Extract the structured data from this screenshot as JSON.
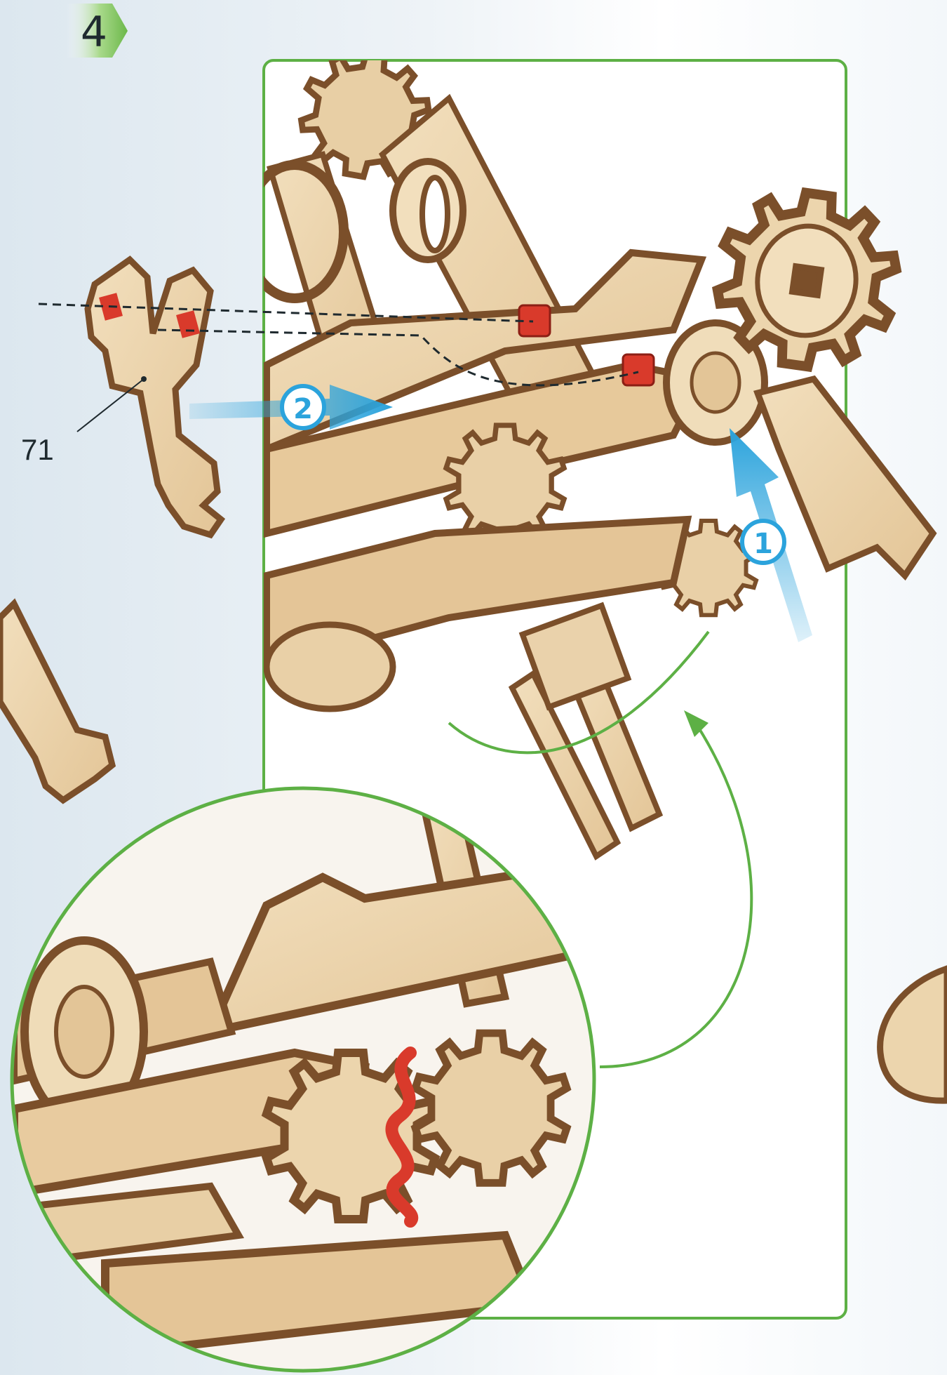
{
  "step": {
    "number": "4"
  },
  "part_label": "71",
  "arrows": [
    {
      "number": "1"
    },
    {
      "number": "2"
    }
  ],
  "colors": {
    "frame_green": "#5db045",
    "badge_green": "#7cc05a",
    "arrow_blue": "#2ba3dc",
    "wood_light": "#ead2ab",
    "wood_dark": "#7b4f2a",
    "peg_red": "#d93a2b"
  },
  "icons": [
    "step-badge",
    "wooden-part-71",
    "gear-icon",
    "arrow-1",
    "arrow-2",
    "zoom-callout"
  ]
}
